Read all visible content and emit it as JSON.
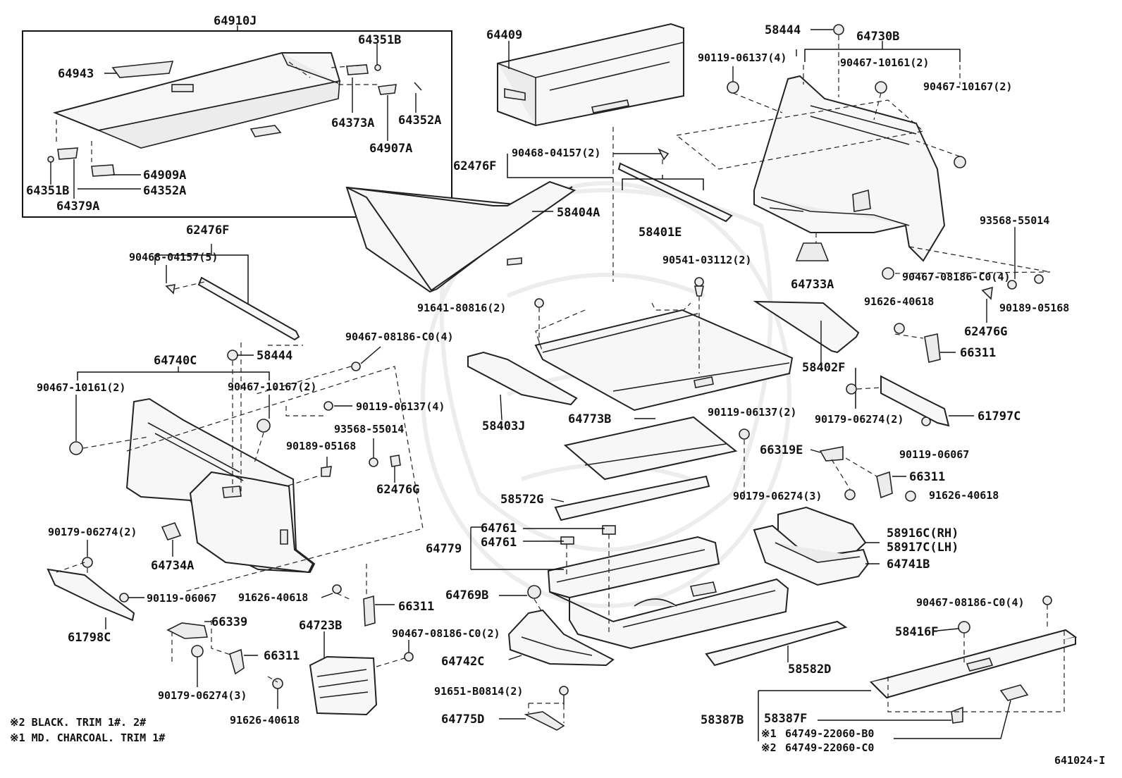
{
  "group_labels": {
    "g64910J": "64910J",
    "g64409": "64409",
    "g58444a": "58444",
    "g64730B": "64730B",
    "g62476F_a": "62476F",
    "g62476F_b": "62476F",
    "g58401E": "58401E",
    "g64740C": "64740C"
  },
  "parts": {
    "p64943": "64943",
    "p64351B_a": "64351B",
    "p64351B_b": "64351B",
    "p64373A": "64373A",
    "p64352A_a": "64352A",
    "p64352A_b": "64352A",
    "p64907A": "64907A",
    "p64909A": "64909A",
    "p64379A": "64379A",
    "p90119_06137_4a": "90119-06137(4)",
    "p90467_10161_2a": "90467-10161(2)",
    "p90467_10167_2a": "90467-10167(2)",
    "p90468_04157_2": "90468-04157(2)",
    "p58404A": "58404A",
    "p93568_55014_a": "93568-55014",
    "p90541_03112_2": "90541-03112(2)",
    "p90467_08186_C0_4a": "90467-08186-C0(4)",
    "p64733A": "64733A",
    "p90189_05168_a": "90189-05168",
    "p90468_04157_5": "90468-04157(5)",
    "p91641_80816_2": "91641-80816(2)",
    "p91626_40618_a": "91626-40618",
    "p62476G_a": "62476G",
    "p66311_a": "66311",
    "p58402F": "58402F",
    "p90467_08186_C0_4b": "90467-08186-C0(4)",
    "p58444b": "58444",
    "p90467_10161_2b": "90467-10161(2)",
    "p90467_10167_2b": "90467-10167(2)",
    "p58403J": "58403J",
    "p90119_06137_4b": "90119-06137(4)",
    "p90179_06274_2a": "90179-06274(2)",
    "p61797C": "61797C",
    "p64773B": "64773B",
    "p90119_06137_2": "90119-06137(2)",
    "p93568_55014_b": "93568-55014",
    "p90119_06067_a": "90119-06067",
    "p90189_05168_b": "90189-05168",
    "p66319E": "66319E",
    "p62476G_b": "62476G",
    "p66311_b": "66311",
    "p58572G": "58572G",
    "p90179_06274_3a": "90179-06274(3)",
    "p91626_40618_b": "91626-40618",
    "p64761_a": "64761",
    "p64761_b": "64761",
    "p64779": "64779",
    "p90179_06274_2b": "90179-06274(2)",
    "p58916C": "58916C(RH)",
    "p58917C": "58917C(LH)",
    "p64734A": "64734A",
    "p64741B": "64741B",
    "p64769B": "64769B",
    "p90119_06067_b": "90119-06067",
    "p91626_40618_c": "91626-40618",
    "p66311_c": "66311",
    "p90467_08186_C0_4c": "90467-08186-C0(4)",
    "p66339": "66339",
    "p64723B": "64723B",
    "p61798C": "61798C",
    "p90467_08186_C0_2": "90467-08186-C0(2)",
    "p58416F": "58416F",
    "p64742C": "64742C",
    "p58582D": "58582D",
    "p66311_d": "66311",
    "p90179_06274_3b": "90179-06274(3)",
    "p91651_B0814_2": "91651-B0814(2)",
    "p91626_40618_d": "91626-40618",
    "p64775D": "64775D",
    "p58387B": "58387B",
    "p58387F": "58387F",
    "p64749_B0": "64749-22060-B0",
    "p64749_C0": "64749-22060-C0"
  },
  "notes": {
    "mark1": "※1",
    "mark2": "※2",
    "legend2": "※2 BLACK. TRIM 1#. 2#",
    "legend1": "※1 MD. CHARCOAL. TRIM 1#"
  },
  "figure_code": "641024-I"
}
